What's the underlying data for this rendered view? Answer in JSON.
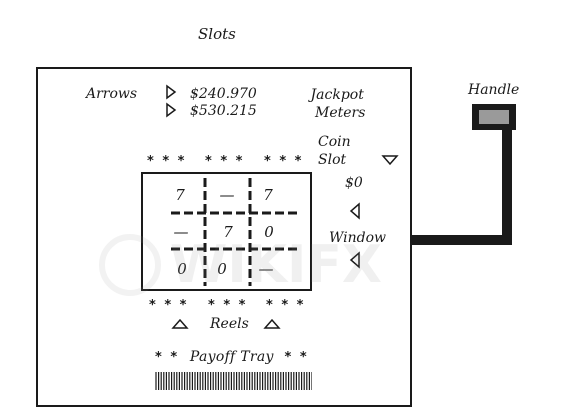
{
  "title": "Slots",
  "labels": {
    "arrows": "Arrows",
    "jackpot": "Jackpot",
    "meters": "Meters",
    "coin": "Coin",
    "slot": "Slot",
    "window": "Window",
    "reels": "Reels",
    "payoff_tray": "Payoff Tray",
    "handle": "Handle"
  },
  "jackpot_values": [
    "$240.970",
    "$530.215"
  ],
  "coin_value": "$0",
  "stars_triple": "* * *",
  "stars_double": "* *",
  "reels": [
    [
      "7",
      "—",
      "7"
    ],
    [
      "—",
      "7",
      "0"
    ],
    [
      "0",
      "0",
      "—"
    ]
  ],
  "watermark": "WIKIFX",
  "colors": {
    "ink": "#1a1a1a",
    "handle_fill": "#9a9a9a",
    "paper": "#ffffff"
  }
}
